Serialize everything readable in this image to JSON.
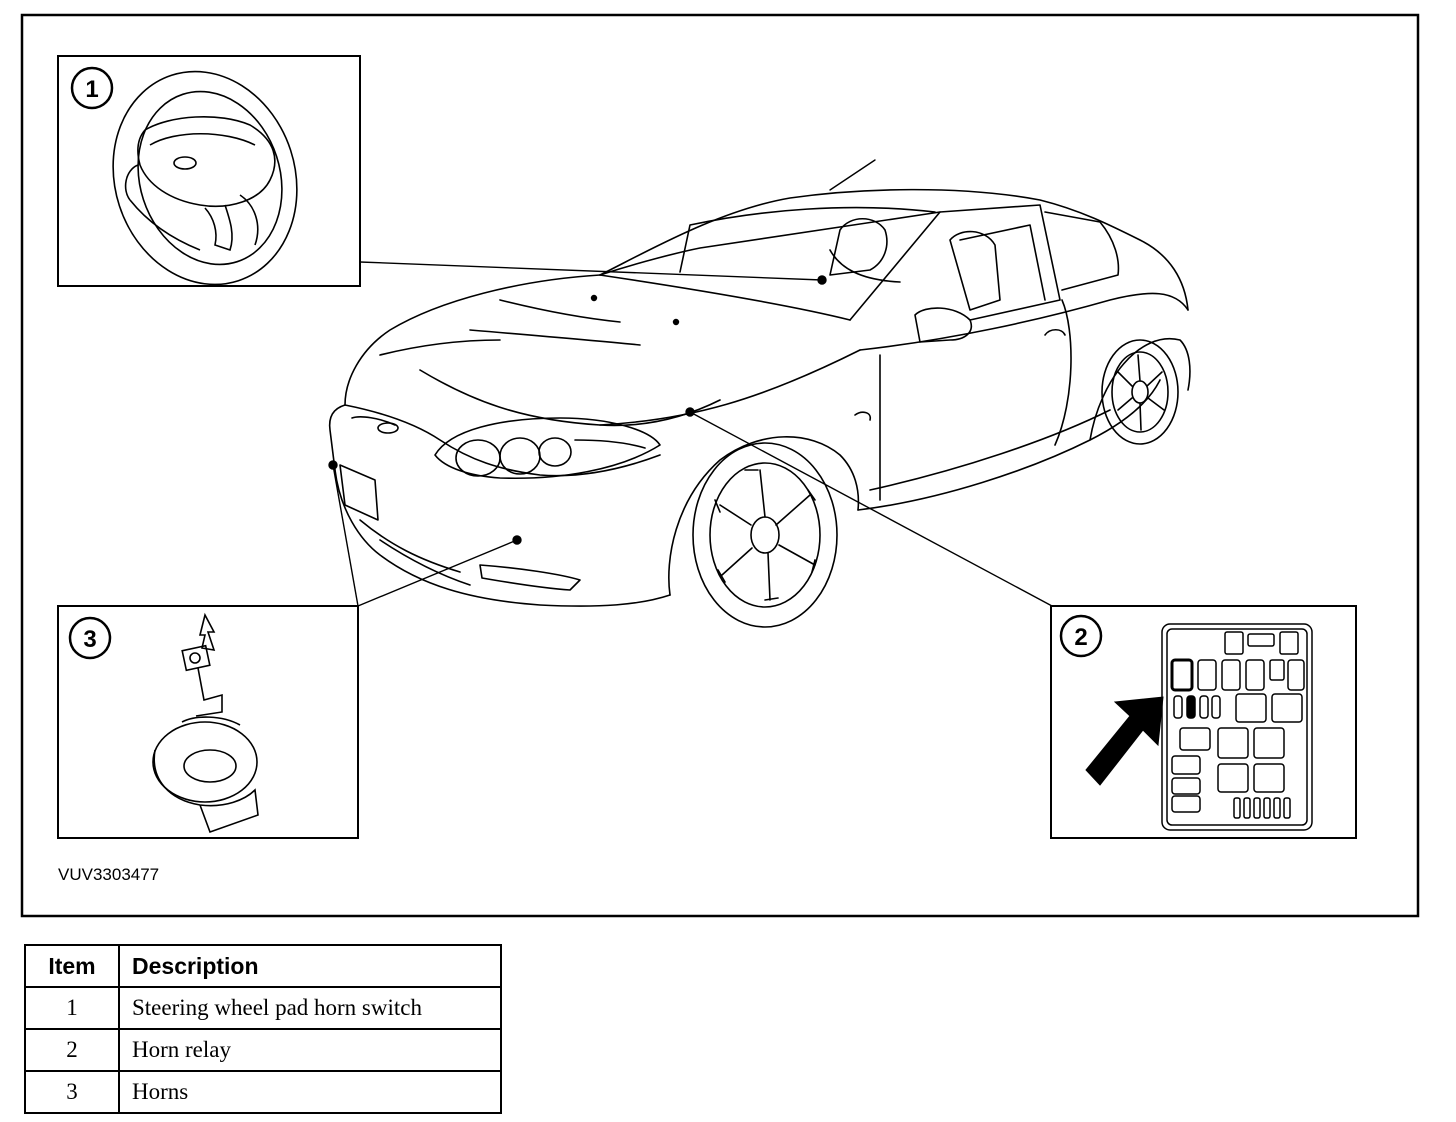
{
  "figure": {
    "code": "VUV3303477",
    "callouts": [
      {
        "id": "1",
        "target": "Steering wheel pad horn switch"
      },
      {
        "id": "2",
        "target": "Horn relay"
      },
      {
        "id": "3",
        "target": "Horns"
      }
    ]
  },
  "table": {
    "headers": {
      "item": "Item",
      "description": "Description"
    },
    "rows": [
      {
        "item": "1",
        "description": "Steering wheel pad horn switch"
      },
      {
        "item": "2",
        "description": "Horn relay"
      },
      {
        "item": "3",
        "description": "Horns"
      }
    ]
  }
}
